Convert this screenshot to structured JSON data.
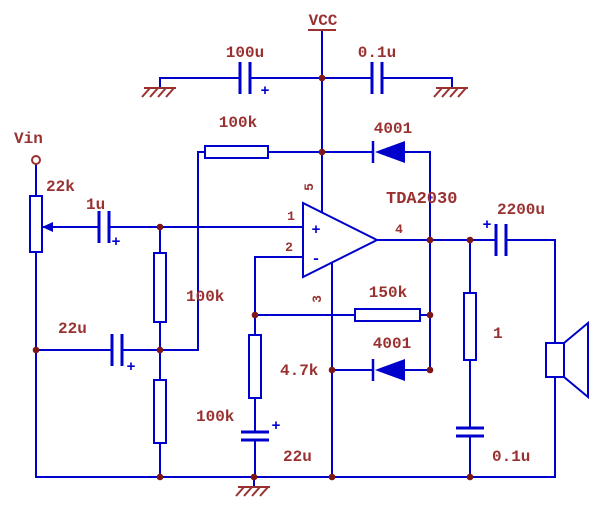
{
  "diagram": {
    "type": "circuit-schematic",
    "subject": "TDA2030 audio power amplifier"
  },
  "colors": {
    "wire": "#0000CC",
    "label": "#993131",
    "junction": "#7D1616",
    "background": "#FFFFFF"
  },
  "labels": {
    "vcc": "VCC",
    "vin": "Vin",
    "cap_supply_electrolytic": "100u",
    "cap_supply_film": "0.1u",
    "res_bias_top": "100k",
    "diode_top": "4001",
    "ic_name": "TDA2030",
    "pot_input": "22k",
    "cap_input": "1u",
    "res_bias_mid": "100k",
    "cap_bias_bypass": "22u",
    "res_bias_bottom": "100k",
    "res_feedback": "150k",
    "diode_bottom": "4001",
    "res_feedback_gnd": "4.7k",
    "cap_feedback": "22u",
    "cap_output": "2200u",
    "res_zobel": "1",
    "cap_zobel": "0.1u",
    "pin1": "1",
    "pin2": "2",
    "pin3": "3",
    "pin4": "4",
    "pin5": "5",
    "opamp_plus": "+",
    "opamp_minus": "-",
    "polarity": "+"
  }
}
